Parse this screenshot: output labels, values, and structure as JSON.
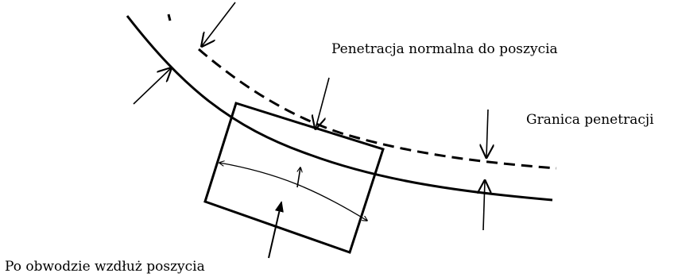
{
  "labels": {
    "normal_penetration": "Penetracja normalna do poszycia",
    "penetration_limit": "Granica penetracji",
    "along_hull": "Po obwodzie wzdłuż poszycia"
  },
  "colors": {
    "ink": "#000000",
    "background": "#ffffff"
  }
}
